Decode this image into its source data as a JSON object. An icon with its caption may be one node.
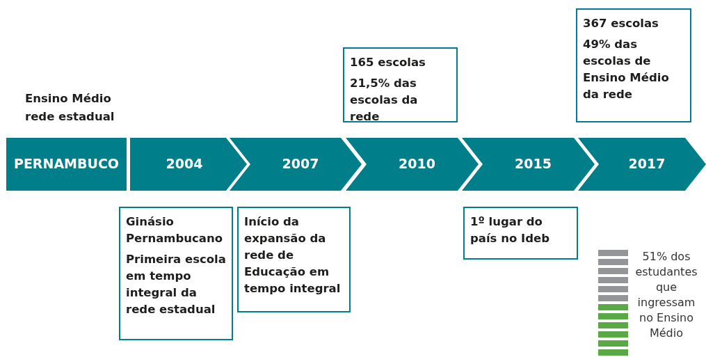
{
  "diagram": {
    "nodes": [
      {
        "text": [
          "PERNAMBUCO"
        ],
        "beside": [
          "Ensino Médio rede estadual"
        ]
      },
      {
        "text": [
          "2004"
        ]
      },
      {
        "text": [
          "2007"
        ]
      },
      {
        "text": [
          "2010"
        ]
      },
      {
        "text": [
          "2015"
        ]
      },
      {
        "text": [
          "2017"
        ]
      },
      {
        "text": [
          "165 escolas",
          "21,5% das escolas da rede"
        ]
      },
      {
        "text": [
          "367 escolas",
          "49% das escolas de Ensino Médio da rede"
        ]
      },
      {
        "text": [
          "Ginásio Pernambucano",
          "Primeira escola em tempo integral da rede estadual"
        ]
      },
      {
        "text": [
          "Início da expansão da rede de Educação em tempo integral"
        ]
      },
      {
        "text": [
          "1º lugar do país no Ideb"
        ]
      }
    ],
    "labels": [
      "51% dos estudantes que ingressam no Ensino Médio"
    ]
  }
}
